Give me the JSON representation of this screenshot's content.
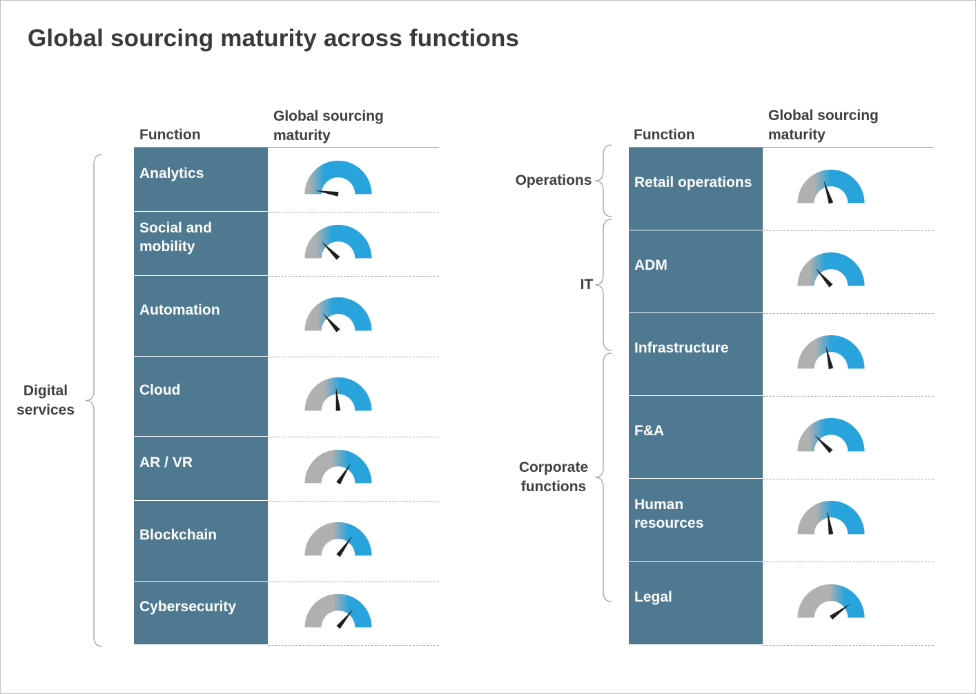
{
  "title": "Global sourcing maturity across functions",
  "headers": {
    "function": "Function",
    "maturity_line1": "Global sourcing",
    "maturity_line2": "maturity"
  },
  "colors": {
    "function_cell": "#4e7990",
    "gauge_low": "#b0b0b0",
    "gauge_high": "#29a3dc",
    "needle": "#1e1e1e"
  },
  "left_panel": {
    "groups": [
      {
        "label_lines": [
          "Digital",
          "services"
        ],
        "rows": [
          0,
          6
        ]
      }
    ],
    "rows": [
      {
        "lines": [
          "Analytics"
        ],
        "maturity": 0.05
      },
      {
        "lines": [
          "Social and",
          "mobility"
        ],
        "maturity": 0.25
      },
      {
        "lines": [
          "Automation"
        ],
        "maturity": 0.27
      },
      {
        "lines": [
          "Cloud"
        ],
        "maturity": 0.47
      },
      {
        "lines": [
          "AR / VR"
        ],
        "maturity": 0.68
      },
      {
        "lines": [
          "Blockchain"
        ],
        "maturity": 0.7
      },
      {
        "lines": [
          "Cybersecurity"
        ],
        "maturity": 0.72
      }
    ]
  },
  "right_panel": {
    "groups": [
      {
        "label_lines": [
          "Operations"
        ],
        "rows": [
          0,
          0
        ]
      },
      {
        "label_lines": [
          "IT"
        ],
        "rows": [
          1,
          2
        ]
      },
      {
        "label_lines": [
          "Corporate",
          "functions"
        ],
        "rows": [
          2,
          5
        ]
      }
    ],
    "rows": [
      {
        "lines": [
          "Retail operations"
        ],
        "maturity": 0.4
      },
      {
        "lines": [
          "ADM"
        ],
        "maturity": 0.27
      },
      {
        "lines": [
          "Infrastructure"
        ],
        "maturity": 0.43
      },
      {
        "lines": [
          "F&A"
        ],
        "maturity": 0.25
      },
      {
        "lines": [
          "Human",
          "resources"
        ],
        "maturity": 0.45
      },
      {
        "lines": [
          "Legal"
        ],
        "maturity": 0.8
      }
    ]
  },
  "chart_data": {
    "type": "gauge",
    "title": "Global sourcing maturity across functions",
    "scale": [
      0,
      1
    ],
    "series": [
      {
        "name": "Digital services",
        "categories": [
          "Analytics",
          "Social and mobility",
          "Automation",
          "Cloud",
          "AR / VR",
          "Blockchain",
          "Cybersecurity"
        ],
        "values": [
          0.05,
          0.25,
          0.27,
          0.47,
          0.68,
          0.7,
          0.72
        ]
      },
      {
        "name": "Operations",
        "categories": [
          "Retail operations"
        ],
        "values": [
          0.4
        ]
      },
      {
        "name": "IT",
        "categories": [
          "ADM",
          "Infrastructure"
        ],
        "values": [
          0.27,
          0.43
        ]
      },
      {
        "name": "Corporate functions",
        "categories": [
          "Infrastructure",
          "F&A",
          "Human resources",
          "Legal"
        ],
        "values": [
          0.43,
          0.25,
          0.45,
          0.8
        ]
      }
    ]
  }
}
